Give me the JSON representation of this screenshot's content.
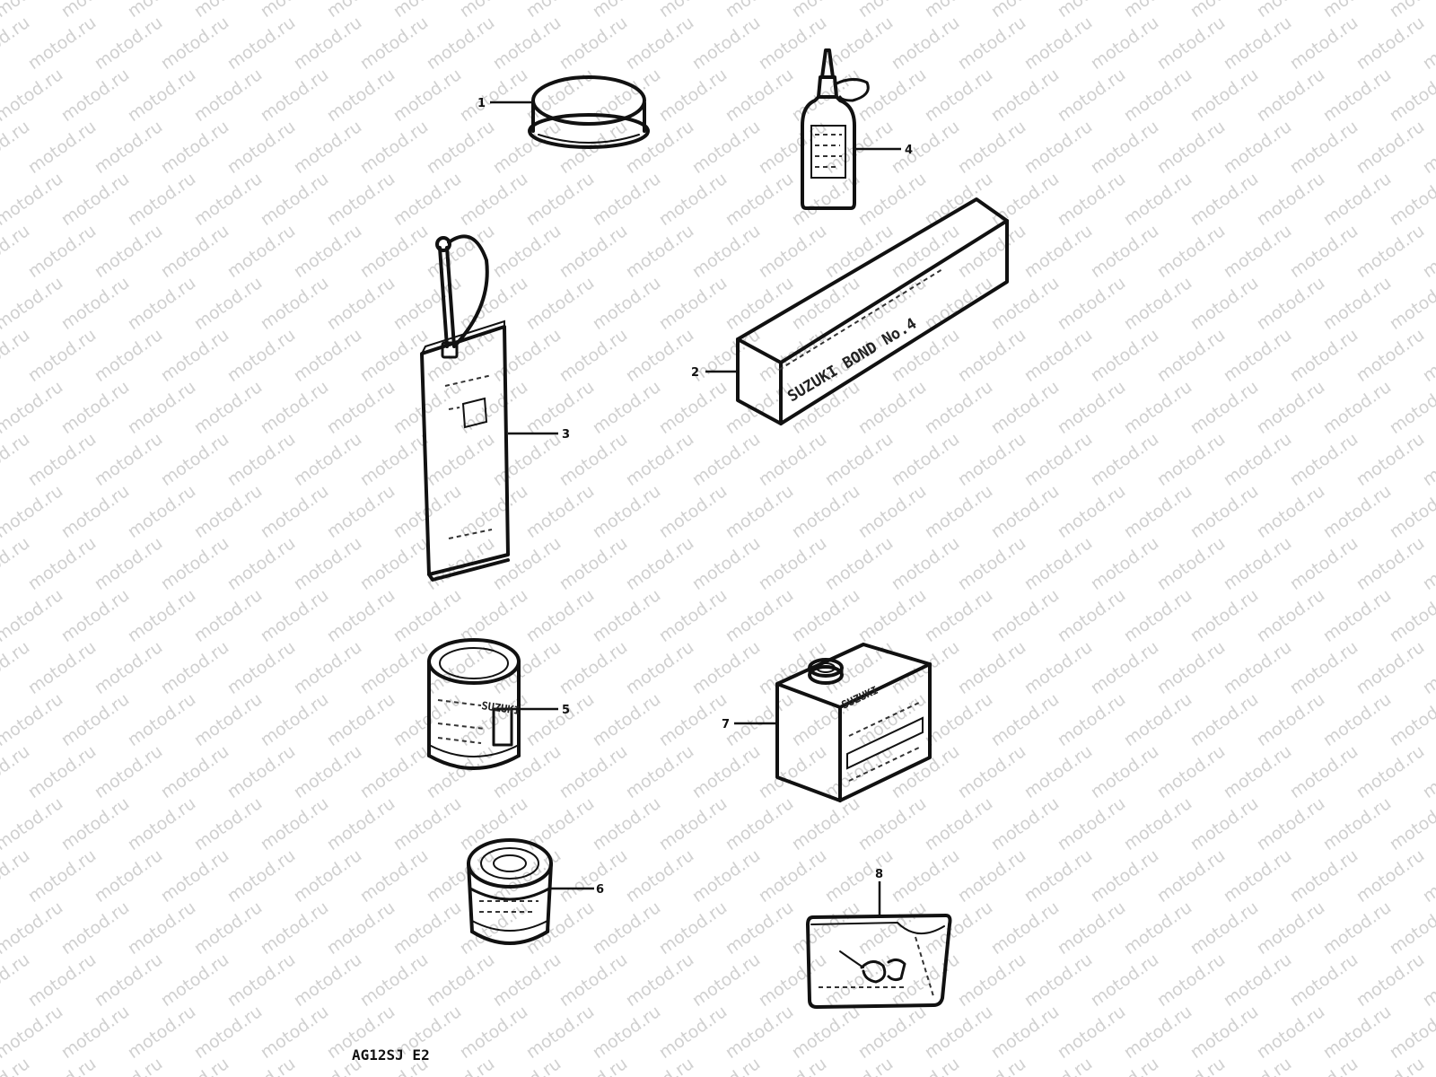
{
  "watermark": "motod.ru",
  "callouts": [
    "1",
    "2",
    "3",
    "4",
    "5",
    "6",
    "7",
    "8"
  ],
  "packaging_text": {
    "box": "SUZUKI BOND No.4",
    "can_5": "SUZUKI",
    "can_7": "SUZUKI"
  },
  "drawing_code": "AG12SJ E2"
}
